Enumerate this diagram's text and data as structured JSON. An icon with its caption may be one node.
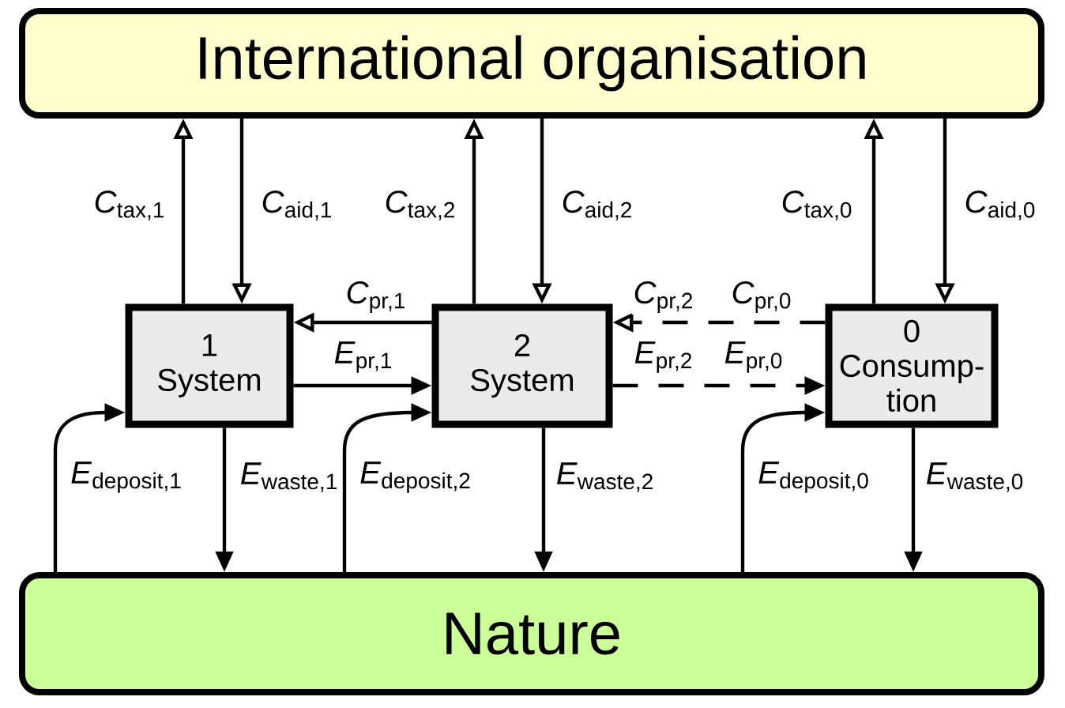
{
  "diagram": {
    "nodes": [
      {
        "text": [
          "International organisation"
        ]
      },
      {
        "text": [
          "1",
          "System"
        ]
      },
      {
        "text": [
          "2",
          "System"
        ]
      },
      {
        "text": [
          "0",
          "Consump-tion"
        ]
      },
      {
        "text": [
          "Nature"
        ]
      }
    ],
    "edges": [
      {
        "from": 1,
        "to": 0,
        "arrow": "to",
        "label": "*C*$_{tax,1}$"
      },
      {
        "from": 0,
        "to": 1,
        "arrow": "to",
        "label": "*C*$_{aid,1}$"
      },
      {
        "from": 2,
        "to": 0,
        "arrow": "to",
        "label": "*C*$_{tax,2}$"
      },
      {
        "from": 0,
        "to": 2,
        "arrow": "to",
        "label": "*C*$_{aid,2}$"
      },
      {
        "from": 3,
        "to": 0,
        "arrow": "to",
        "label": "*C*$_{tax,0}$"
      },
      {
        "from": 0,
        "to": 3,
        "arrow": "to",
        "label": "*C*$_{aid,0}$"
      },
      {
        "from": 2,
        "to": 1,
        "arrow": "to",
        "label": "*C*$_{pr,1}$"
      },
      {
        "from": 1,
        "to": 2,
        "arrow": "to",
        "label": "*E*$_{pr,1}$"
      },
      {
        "from": 3,
        "to": 2,
        "arrow": "to",
        "label": "*C*$_{pr,2}$",
        "style": "dashed"
      },
      {
        "from": 2,
        "to": 3,
        "arrow": "to",
        "label": "*E*$_{pr,2}$",
        "style": "dashed"
      },
      {
        "from": 4,
        "to": 1,
        "arrow": "to",
        "label": "*E*$_{deposit,1}$"
      },
      {
        "from": 1,
        "to": 4,
        "arrow": "to",
        "label": "*E*$_{waste,1}$"
      },
      {
        "from": 4,
        "to": 2,
        "arrow": "to",
        "label": "*E*$_{deposit,2}$"
      },
      {
        "from": 2,
        "to": 4,
        "arrow": "to",
        "label": "*E*$_{waste,2}$"
      },
      {
        "from": 4,
        "to": 3,
        "arrow": "to",
        "label": "*E*$_{deposit,0}$"
      },
      {
        "from": 3,
        "to": 4,
        "arrow": "to",
        "label": "*E*$_{waste,0}$"
      }
    ],
    "labels": [
      "*C*$_{pr,0}$",
      "*E*$_{pr,0}$"
    ]
  }
}
